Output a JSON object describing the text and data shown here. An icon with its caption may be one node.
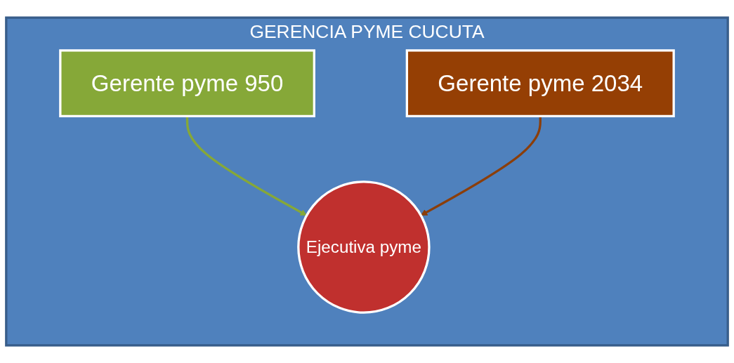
{
  "diagram": {
    "nodes": [
      {
        "text": [
          "GERENCIA PYME CUCUTA"
        ]
      },
      {
        "text": [
          "Gerente pyme 950"
        ],
        "in": 0
      },
      {
        "text": [
          "Gerente pyme 2034"
        ],
        "in": 0
      },
      {
        "text": [
          "Ejecutiva pyme"
        ],
        "in": 0
      }
    ],
    "edges": [
      {
        "from": 1,
        "to": 3,
        "arrow": "to",
        "color": "#86a838"
      },
      {
        "from": 2,
        "to": 3,
        "arrow": "to",
        "color": "#8b3e0a"
      }
    ]
  }
}
